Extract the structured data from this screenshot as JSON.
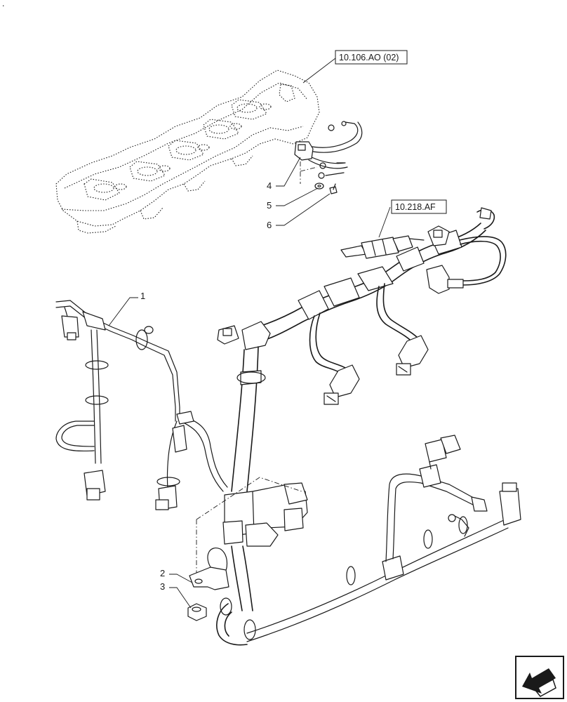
{
  "corner_mark": ".",
  "references": [
    {
      "id": "ref-valve-cover",
      "label": "10.106.AO (02)"
    },
    {
      "id": "ref-injector",
      "label": "10.218.AF"
    }
  ],
  "callouts": [
    "1",
    "2",
    "3",
    "4",
    "5",
    "6"
  ],
  "icons": {
    "navigation": "arrow-back-icon"
  }
}
